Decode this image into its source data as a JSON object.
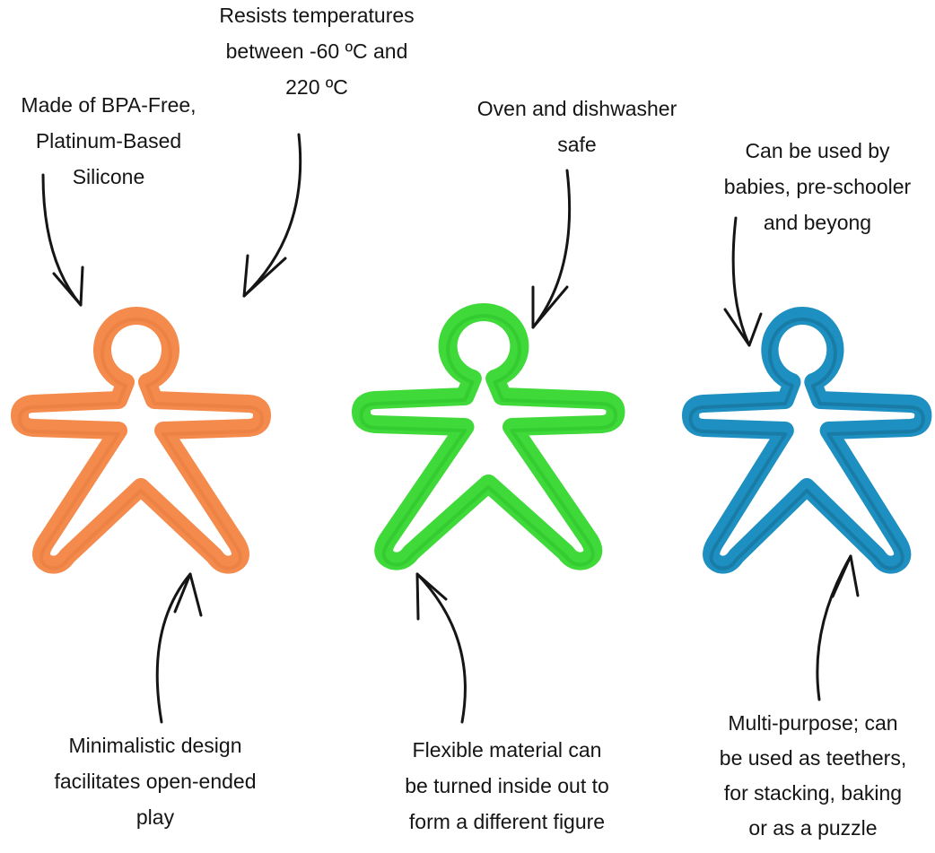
{
  "colors": {
    "orange": "#f48a4c",
    "green": "#3fd93a",
    "blue": "#1d8fc0",
    "ink": "#151515"
  },
  "captions": {
    "material": [
      "Made of BPA-Free,",
      "Platinum-Based",
      "Silicone"
    ],
    "temperature": [
      "Resists temperatures",
      "between -60 ºC and",
      "220 ºC"
    ],
    "oven": [
      "Oven and dishwasher",
      "safe"
    ],
    "ages": [
      "Can be used by",
      "babies, pre-schooler",
      "and beyong"
    ],
    "design": [
      "Minimalistic design",
      "facilitates open-ended",
      "play"
    ],
    "flexible": [
      "Flexible material can",
      "be turned inside out to",
      "form a different figure"
    ],
    "purpose": [
      "Multi-purpose; can",
      "be used as teethers,",
      "for stacking, baking",
      "or as a puzzle"
    ]
  }
}
